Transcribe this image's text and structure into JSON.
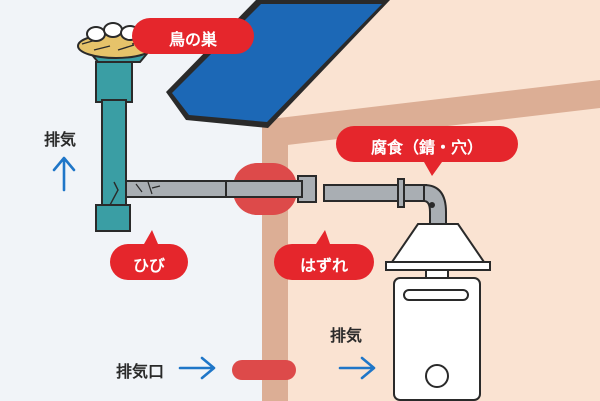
{
  "labels": {
    "bird_nest": "鳥の巣",
    "corrosion": "腐食（錆・穴）",
    "crack": "ひび",
    "detached": "はずれ",
    "exhaust_top": "排気",
    "exhaust_port": "排気口",
    "exhaust_right": "排気"
  },
  "colors": {
    "callout_red": "#e5262c",
    "roof_blue": "#1c68b6",
    "wall_beige": "#fae3d2",
    "beam_brown": "#dcae95",
    "flue_teal": "#3a9ea4",
    "pipe_grey": "#a9aeb3",
    "arrow_blue": "#1f76c8",
    "highlight_red": "#dd4a4a"
  }
}
